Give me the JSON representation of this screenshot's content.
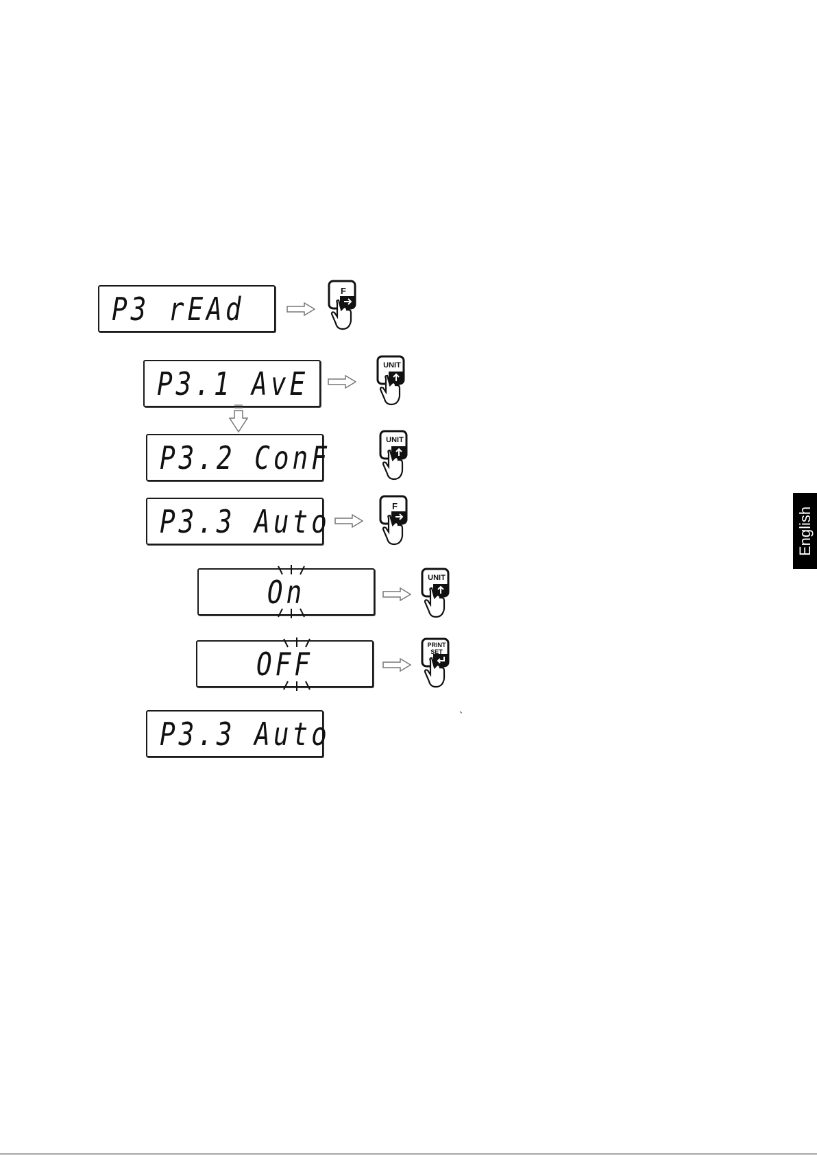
{
  "side_tab": {
    "label": "English"
  },
  "displays": [
    {
      "id": "p3-read",
      "text": "P3 rEAd"
    },
    {
      "id": "p31-ave",
      "text": "P3.1 AvE"
    },
    {
      "id": "p32-conf",
      "text": "P3.2 ConF"
    },
    {
      "id": "p33-auto",
      "text": "P3.3 Auto"
    },
    {
      "id": "on",
      "text": "On"
    },
    {
      "id": "off",
      "text": "OFF"
    },
    {
      "id": "p33-auto-final",
      "text": "P3.3 Auto"
    }
  ],
  "keys": {
    "f": "F",
    "unit": "UNIT",
    "print": "PRINT",
    "set": "SET"
  },
  "stray_mark": "`"
}
